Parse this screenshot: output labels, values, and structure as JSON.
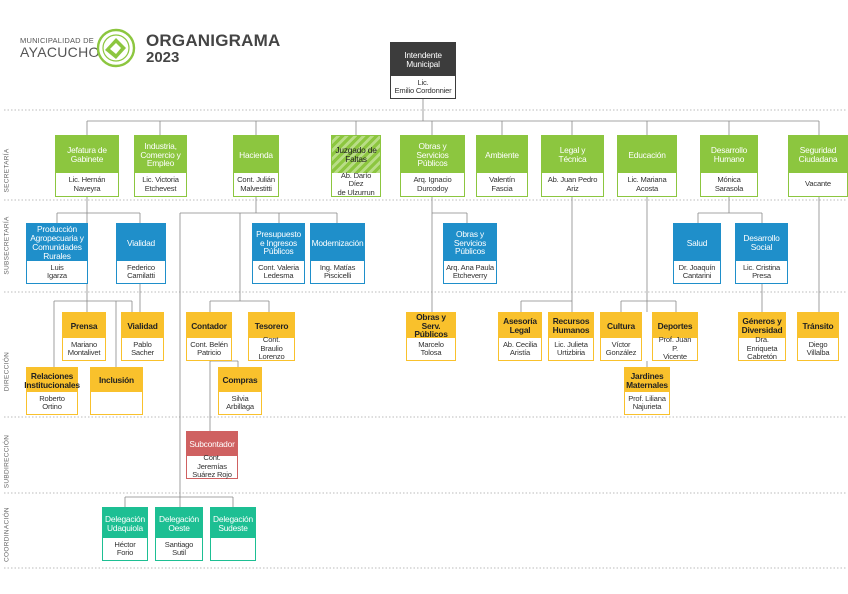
{
  "header": {
    "municipality_small": "MUNICIPALIDAD DE",
    "municipality_big": "AYACUCHO",
    "title": "ORGANIGRAMA",
    "year": "2023"
  },
  "levels": {
    "secretaria": "SECRETARÍA",
    "subsecretaria": "SUBSECRETARÍA",
    "direccion": "DIRECCIÓN",
    "subdireccion": "SUBDIRECCIÓN",
    "coordinacion": "COORDINACIÓN"
  },
  "nodes": {
    "intendente": {
      "title": "Intendente Municipal",
      "person": "Lic.\nEmilio Cordonnier"
    },
    "jefatura": {
      "title": "Jefatura de Gabinete",
      "person": "Lic. Hernán\nNaveyra"
    },
    "industria": {
      "title": "Industria, Comercio y Empleo",
      "person": "Lic. Victoria\nEtchevest"
    },
    "hacienda": {
      "title": "Hacienda",
      "person": "Cont. Julián\nMalvestitti"
    },
    "juzgado": {
      "title": "Juzgado de Faltas",
      "person": "Ab. Darío Díez\nde Ulzurrun"
    },
    "obras": {
      "title": "Obras y Servicios Públicos",
      "person": "Arq. Ignacio\nDurcodoy"
    },
    "ambiente": {
      "title": "Ambiente",
      "person": "Valentín\nFascia"
    },
    "legal": {
      "title": "Legal y Técnica",
      "person": "Ab. Juan Pedro\nAriz"
    },
    "educacion": {
      "title": "Educación",
      "person": "Lic. Mariana\nAcosta"
    },
    "desarrollo": {
      "title": "Desarrollo Humano",
      "person": "Mónica\nSarasola"
    },
    "seguridad": {
      "title": "Seguridad Ciudadana",
      "person": "Vacante"
    },
    "produccion": {
      "title": "Producción Agropecuaria y Comunidades Rurales",
      "person": "Luis\nIgarza"
    },
    "vialidad_sub": {
      "title": "Vialidad",
      "person": "Federico\nCamilatti"
    },
    "presupuesto": {
      "title": "Presupuesto e Ingresos Públicos",
      "person": "Cont. Valeria\nLedesma"
    },
    "modernizacion": {
      "title": "Modernización",
      "person": "Ing. Matías\nPiscicelli"
    },
    "obras_sub": {
      "title": "Obras y Servicios Públicos",
      "person": "Arq. Ana Paula\nEtcheverry"
    },
    "salud": {
      "title": "Salud",
      "person": "Dr. Joaquín\nCantarini"
    },
    "desarrollo_social": {
      "title": "Desarrollo Social",
      "person": "Lic. Cristina\nPresa"
    },
    "prensa": {
      "title": "Prensa",
      "person": "Mariano\nMontalivet"
    },
    "vialidad_dir": {
      "title": "Vialidad",
      "person": "Pablo\nSacher"
    },
    "contador": {
      "title": "Contador",
      "person": "Cont. Belén\nPatricio"
    },
    "tesorero": {
      "title": "Tesorero",
      "person": "Cont. Braulio\nLorenzo"
    },
    "compras": {
      "title": "Compras",
      "person": "Silvia\nArbillaga"
    },
    "relaciones": {
      "title": "Relaciones Institucionales",
      "person": "Roberto\nOrtino"
    },
    "inclusion": {
      "title": "Inclusión",
      "person": ""
    },
    "obras_dir": {
      "title": "Obras y Serv. Públicos",
      "person": "Marcelo\nTolosa"
    },
    "asesoria": {
      "title": "Asesoría Legal",
      "person": "Ab. Cecilia\nAristía"
    },
    "rrhh": {
      "title": "Recursos Humanos",
      "person": "Lic. Julieta\nUrtizbiria"
    },
    "cultura": {
      "title": "Cultura",
      "person": "Víctor\nGonzález"
    },
    "deportes": {
      "title": "Deportes",
      "person": "Prof. Juan P.\nVicente"
    },
    "jardines": {
      "title": "Jardines Maternales",
      "person": "Prof. Liliana\nNajurieta"
    },
    "generos": {
      "title": "Géneros y Diversidad",
      "person": "Dra. Enriqueta\nCabretón"
    },
    "transito": {
      "title": "Tránsito",
      "person": "Diego\nVillalba"
    },
    "subcontador": {
      "title": "Subcontador",
      "person": "Cont. Jeremías\nSuárez Rojo"
    },
    "del_udaq": {
      "title": "Delegación Udaquiola",
      "person": "Héctor\nForio"
    },
    "del_oeste": {
      "title": "Delegación Oeste",
      "person": "Santiago\nSutil"
    },
    "del_sudeste": {
      "title": "Delegación Sudeste",
      "person": ""
    }
  },
  "colors": {
    "secretaria": "#8cc63f",
    "subsecretaria": "#1f8fca",
    "direccion": "#f9c12c",
    "subdireccion": "#cf6161",
    "coordinacion": "#1dbf93",
    "intendente": "#3c3c3c"
  }
}
